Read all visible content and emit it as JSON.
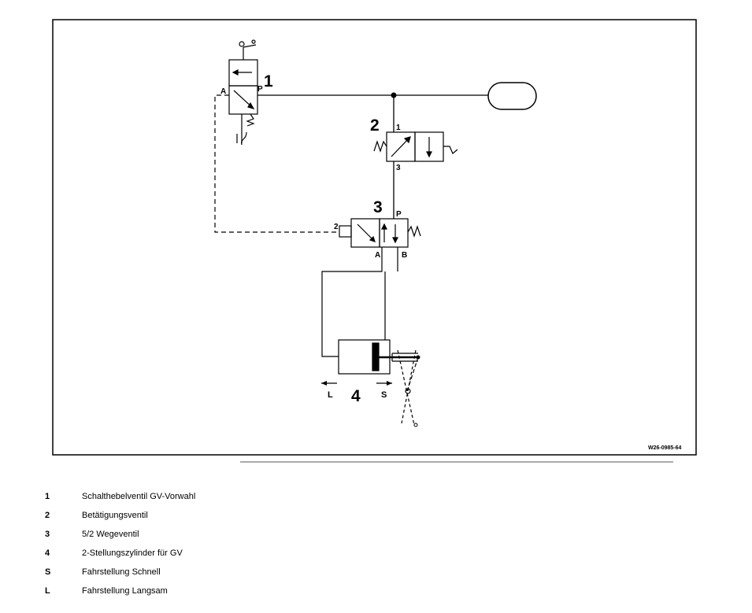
{
  "diagram": {
    "components": {
      "c1": {
        "number": "1",
        "ports": {
          "A": "A",
          "P": "P"
        }
      },
      "c2": {
        "number": "2",
        "ports": {
          "in": "1",
          "out": "3"
        }
      },
      "c3": {
        "number": "3",
        "ports": {
          "P": "P",
          "A": "A",
          "B": "B",
          "control": "2"
        }
      },
      "c4": {
        "number": "4",
        "left_label": "L",
        "right_label": "S"
      }
    },
    "drawing_code": "W26-0985-64"
  },
  "legend": [
    {
      "key": "1",
      "text": "Schalthebelventil GV-Vorwahl"
    },
    {
      "key": "2",
      "text": "Betätigungsventil"
    },
    {
      "key": "3",
      "text": "5/2 Wegeventil"
    },
    {
      "key": "4",
      "text": "2-Stellungszylinder für GV"
    },
    {
      "key": "S",
      "text": "Fahrstellung Schnell"
    },
    {
      "key": "L",
      "text": "Fahrstellung Langsam"
    }
  ]
}
